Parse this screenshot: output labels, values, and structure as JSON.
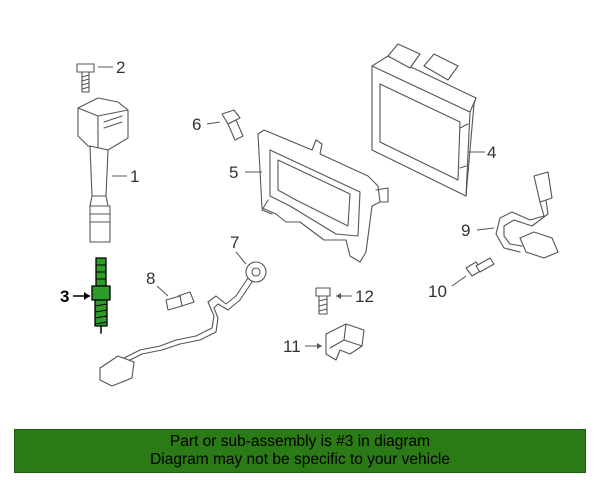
{
  "colors": {
    "banner_background": "#2a7a15",
    "highlight_part": "#2e9b2a",
    "line_art": "#555555"
  },
  "callouts": {
    "c1": "1",
    "c2": "2",
    "c3": "3",
    "c4": "4",
    "c5": "5",
    "c6": "6",
    "c7": "7",
    "c8": "8",
    "c9": "9",
    "c10": "10",
    "c11": "11",
    "c12": "12"
  },
  "highlighted_callout": "3",
  "banner": {
    "line1": "Part or sub-assembly is #3 in diagram",
    "line2": "Diagram may not be specific to your vehicle"
  }
}
